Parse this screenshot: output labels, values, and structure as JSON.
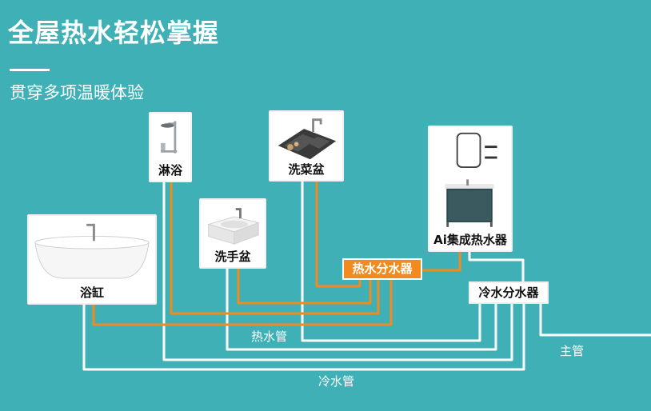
{
  "title": "全屋热水轻松掌握",
  "subtitle": "贯穿多项温暖体验",
  "fixtures": {
    "shower": "淋浴",
    "sink": "洗菜盆",
    "basin": "洗手盆",
    "bathtub": "浴缸",
    "heater": "Ai集成热水器"
  },
  "manifolds": {
    "hot": "热水分水器",
    "cold": "冷水分水器"
  },
  "pipes": {
    "hot": "热水管",
    "cold": "冷水管",
    "main": "主管"
  },
  "colors": {
    "background": "#3fb0b6",
    "hot_pipe": "#f28a1e",
    "cold_pipe": "#ffffff",
    "hot_manifold": "#f28a1e"
  }
}
